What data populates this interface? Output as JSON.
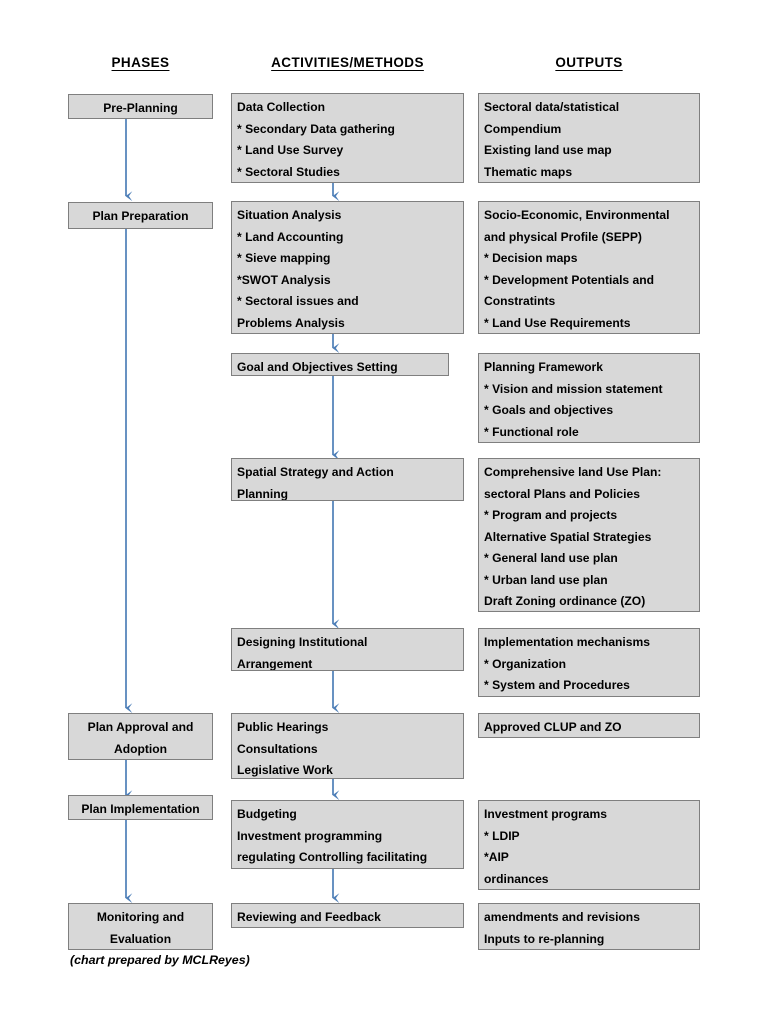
{
  "chart_data": {
    "type": "diagram",
    "title": "Comprehensive Land Use Planning Process",
    "columns": [
      "PHASES",
      "ACTIVITIES/METHODS",
      "OUTPUTS"
    ],
    "rows": 8
  },
  "headings": {
    "phases": "PHASES",
    "activities": "ACTIVITIES/METHODS",
    "outputs": "OUTPUTS"
  },
  "colors": {
    "box_fill": "#d8d8d8",
    "box_border": "#7f7f7f",
    "arrow": "#4e7fb8",
    "text": "#000000"
  },
  "phases": [
    {
      "id": "pre-planning",
      "lines": [
        "Pre-Planning"
      ]
    },
    {
      "id": "plan-preparation",
      "lines": [
        "Plan Preparation"
      ]
    },
    {
      "id": "plan-approval",
      "lines": [
        "Plan Approval and",
        "Adoption"
      ]
    },
    {
      "id": "plan-implementation",
      "lines": [
        "Plan Implementation"
      ]
    },
    {
      "id": "monitoring",
      "lines": [
        "Monitoring and",
        "Evaluation"
      ]
    }
  ],
  "activities": [
    {
      "id": "data-collection",
      "lines": [
        "Data Collection",
        "* Secondary Data gathering",
        "* Land Use Survey",
        "* Sectoral Studies"
      ]
    },
    {
      "id": "situation-analysis",
      "lines": [
        "Situation Analysis",
        "* Land Accounting",
        "* Sieve mapping",
        "*SWOT Analysis",
        "* Sectoral issues and",
        "Problems Analysis"
      ]
    },
    {
      "id": "goal-objectives",
      "lines": [
        "Goal and Objectives Setting"
      ]
    },
    {
      "id": "spatial-strategy",
      "lines": [
        "Spatial Strategy and Action",
        "Planning"
      ]
    },
    {
      "id": "designing-institutional",
      "lines": [
        "Designing Institutional",
        "Arrangement"
      ]
    },
    {
      "id": "public-hearings",
      "lines": [
        "Public Hearings",
        "Consultations",
        "Legislative Work"
      ]
    },
    {
      "id": "budgeting",
      "lines": [
        "Budgeting",
        "Investment programming",
        "regulating Controlling facilitating"
      ]
    },
    {
      "id": "reviewing-feedback",
      "lines": [
        "Reviewing and Feedback"
      ]
    }
  ],
  "outputs": [
    {
      "id": "sectoral-data",
      "lines": [
        "Sectoral data/statistical",
        "Compendium",
        "Existing land use map",
        "Thematic maps"
      ]
    },
    {
      "id": "sepp",
      "lines": [
        "Socio-Economic, Environmental",
        " and physical Profile (SEPP)",
        "* Decision maps",
        "* Development Potentials and",
        "Constratints",
        "* Land Use Requirements"
      ]
    },
    {
      "id": "planning-framework",
      "lines": [
        "Planning Framework",
        "* Vision and mission statement",
        "* Goals and objectives",
        "* Functional role"
      ]
    },
    {
      "id": "clup",
      "lines": [
        "Comprehensive land Use Plan:",
        "sectoral Plans and Policies",
        "* Program and projects",
        "Alternative Spatial Strategies",
        "* General land use plan",
        "* Urban land use plan",
        "Draft Zoning ordinance (ZO)"
      ]
    },
    {
      "id": "implementation-mechanisms",
      "lines": [
        "Implementation mechanisms",
        "* Organization",
        "* System and Procedures"
      ]
    },
    {
      "id": "approved-clup",
      "lines": [
        "Approved CLUP and ZO"
      ]
    },
    {
      "id": "investment-programs",
      "lines": [
        "Investment programs",
        "* LDIP",
        "*AIP",
        "ordinances"
      ]
    },
    {
      "id": "amendments",
      "lines": [
        "amendments and revisions",
        "Inputs to re-planning"
      ]
    }
  ],
  "caption": "(chart prepared by MCLReyes)"
}
